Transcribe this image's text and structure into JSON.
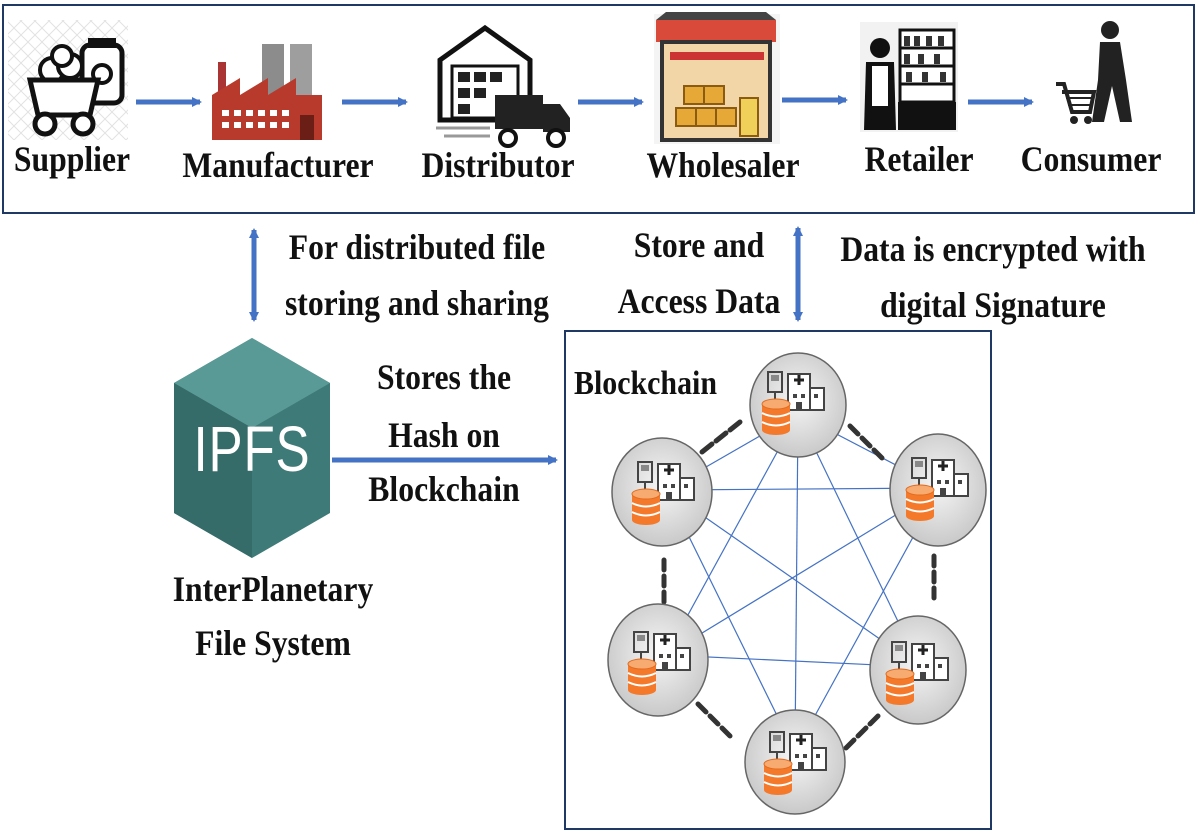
{
  "supply_chain": {
    "stages": [
      {
        "label": "Supplier",
        "icon": "coal-cart-icon"
      },
      {
        "label": "Manufacturer",
        "icon": "factory-icon"
      },
      {
        "label": "Distributor",
        "icon": "warehouse-truck-icon"
      },
      {
        "label": "Wholesaler",
        "icon": "wholesale-store-icon"
      },
      {
        "label": "Retailer",
        "icon": "retail-shop-icon"
      },
      {
        "label": "Consumer",
        "icon": "shopper-cart-icon"
      }
    ]
  },
  "annotations": {
    "ipfs_link": [
      "For distributed file",
      "storing and sharing"
    ],
    "store_access": [
      "Store and",
      "Access Data"
    ],
    "encryption": [
      "Data is encrypted with",
      "digital Signature"
    ],
    "hash_store": [
      "Stores the",
      "Hash on",
      "Blockchain"
    ]
  },
  "ipfs": {
    "logo_text": "IPFS",
    "caption": [
      "InterPlanetary",
      "File System"
    ],
    "color": "#3e7a77"
  },
  "blockchain": {
    "title": "Blockchain",
    "node_icon": "hospital-database-node-icon",
    "node_count": 6
  },
  "colors": {
    "arrow": "#4472c4",
    "frame": "#1f3864",
    "database": "#f4792b"
  }
}
